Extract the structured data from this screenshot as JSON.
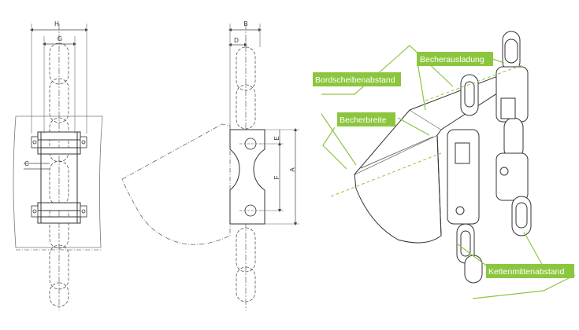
{
  "dimensions": {
    "H": "H",
    "G": "G",
    "C": "C",
    "B": "B",
    "D": "D",
    "E": "E",
    "F": "F",
    "A": "A"
  },
  "labels": {
    "bordscheibenabstand": "Bordscheibenabstand",
    "becherausladung": "Becherausladung",
    "becherbreite": "Becherbreite",
    "kettenmittenabstand": "Kettenmittenabstand"
  },
  "colors": {
    "accent": "#8cc63f",
    "line": "#444444",
    "dash": "#555555",
    "label_text": "#ffffff"
  }
}
